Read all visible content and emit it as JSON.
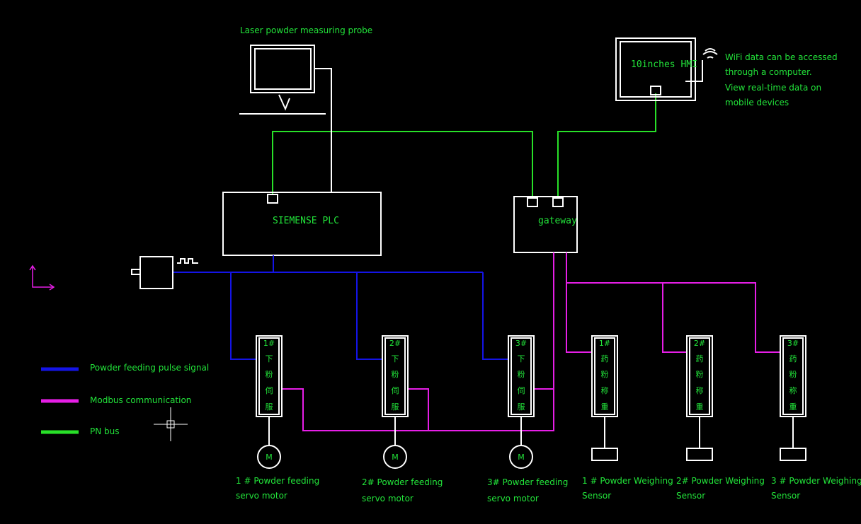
{
  "colors": {
    "background": "#000000",
    "text": "#22e43a",
    "line_white": "#ffffff",
    "pulse_signal": "#1414e6",
    "modbus": "#e61ee6",
    "pn_bus": "#28e028"
  },
  "devices": {
    "probe": {
      "label": "Laser powder measuring probe"
    },
    "hmi": {
      "label": "10inches HMI",
      "wifi_note": [
        "WiFi data can be accessed",
        "through a computer.",
        "View real-time data on",
        "mobile devices"
      ]
    },
    "plc": {
      "label": "SIEMENSE PLC"
    },
    "gateway": {
      "label": "gateway"
    }
  },
  "servo_drives": [
    {
      "id": "1#",
      "chars": [
        "下",
        "粉",
        "伺",
        "服"
      ],
      "motor_symbol": "M",
      "caption": [
        "1 # Powder feeding",
        "servo motor"
      ]
    },
    {
      "id": "2#",
      "chars": [
        "下",
        "粉",
        "伺",
        "服"
      ],
      "motor_symbol": "M",
      "caption": [
        "2# Powder feeding",
        "servo motor"
      ]
    },
    {
      "id": "3#",
      "chars": [
        "下",
        "粉",
        "伺",
        "服"
      ],
      "motor_symbol": "M",
      "caption": [
        "3# Powder feeding",
        "servo motor"
      ]
    }
  ],
  "weighing": [
    {
      "id": "1#",
      "chars": [
        "药",
        "粉",
        "称",
        "重"
      ],
      "caption": [
        "1 # Powder Weighing",
        "Sensor"
      ]
    },
    {
      "id": "2#",
      "chars": [
        "药",
        "粉",
        "称",
        "重"
      ],
      "caption": [
        "2# Powder Weighing",
        "Sensor"
      ]
    },
    {
      "id": "3#",
      "chars": [
        "药",
        "粉",
        "称",
        "重"
      ],
      "caption": [
        "3 # Powder Weighing",
        "Sensor"
      ]
    }
  ],
  "legend": [
    {
      "key": "pulse_signal",
      "label": "Powder feeding pulse signal"
    },
    {
      "key": "modbus",
      "label": "Modbus communication"
    },
    {
      "key": "pn_bus",
      "label": "PN bus"
    }
  ]
}
